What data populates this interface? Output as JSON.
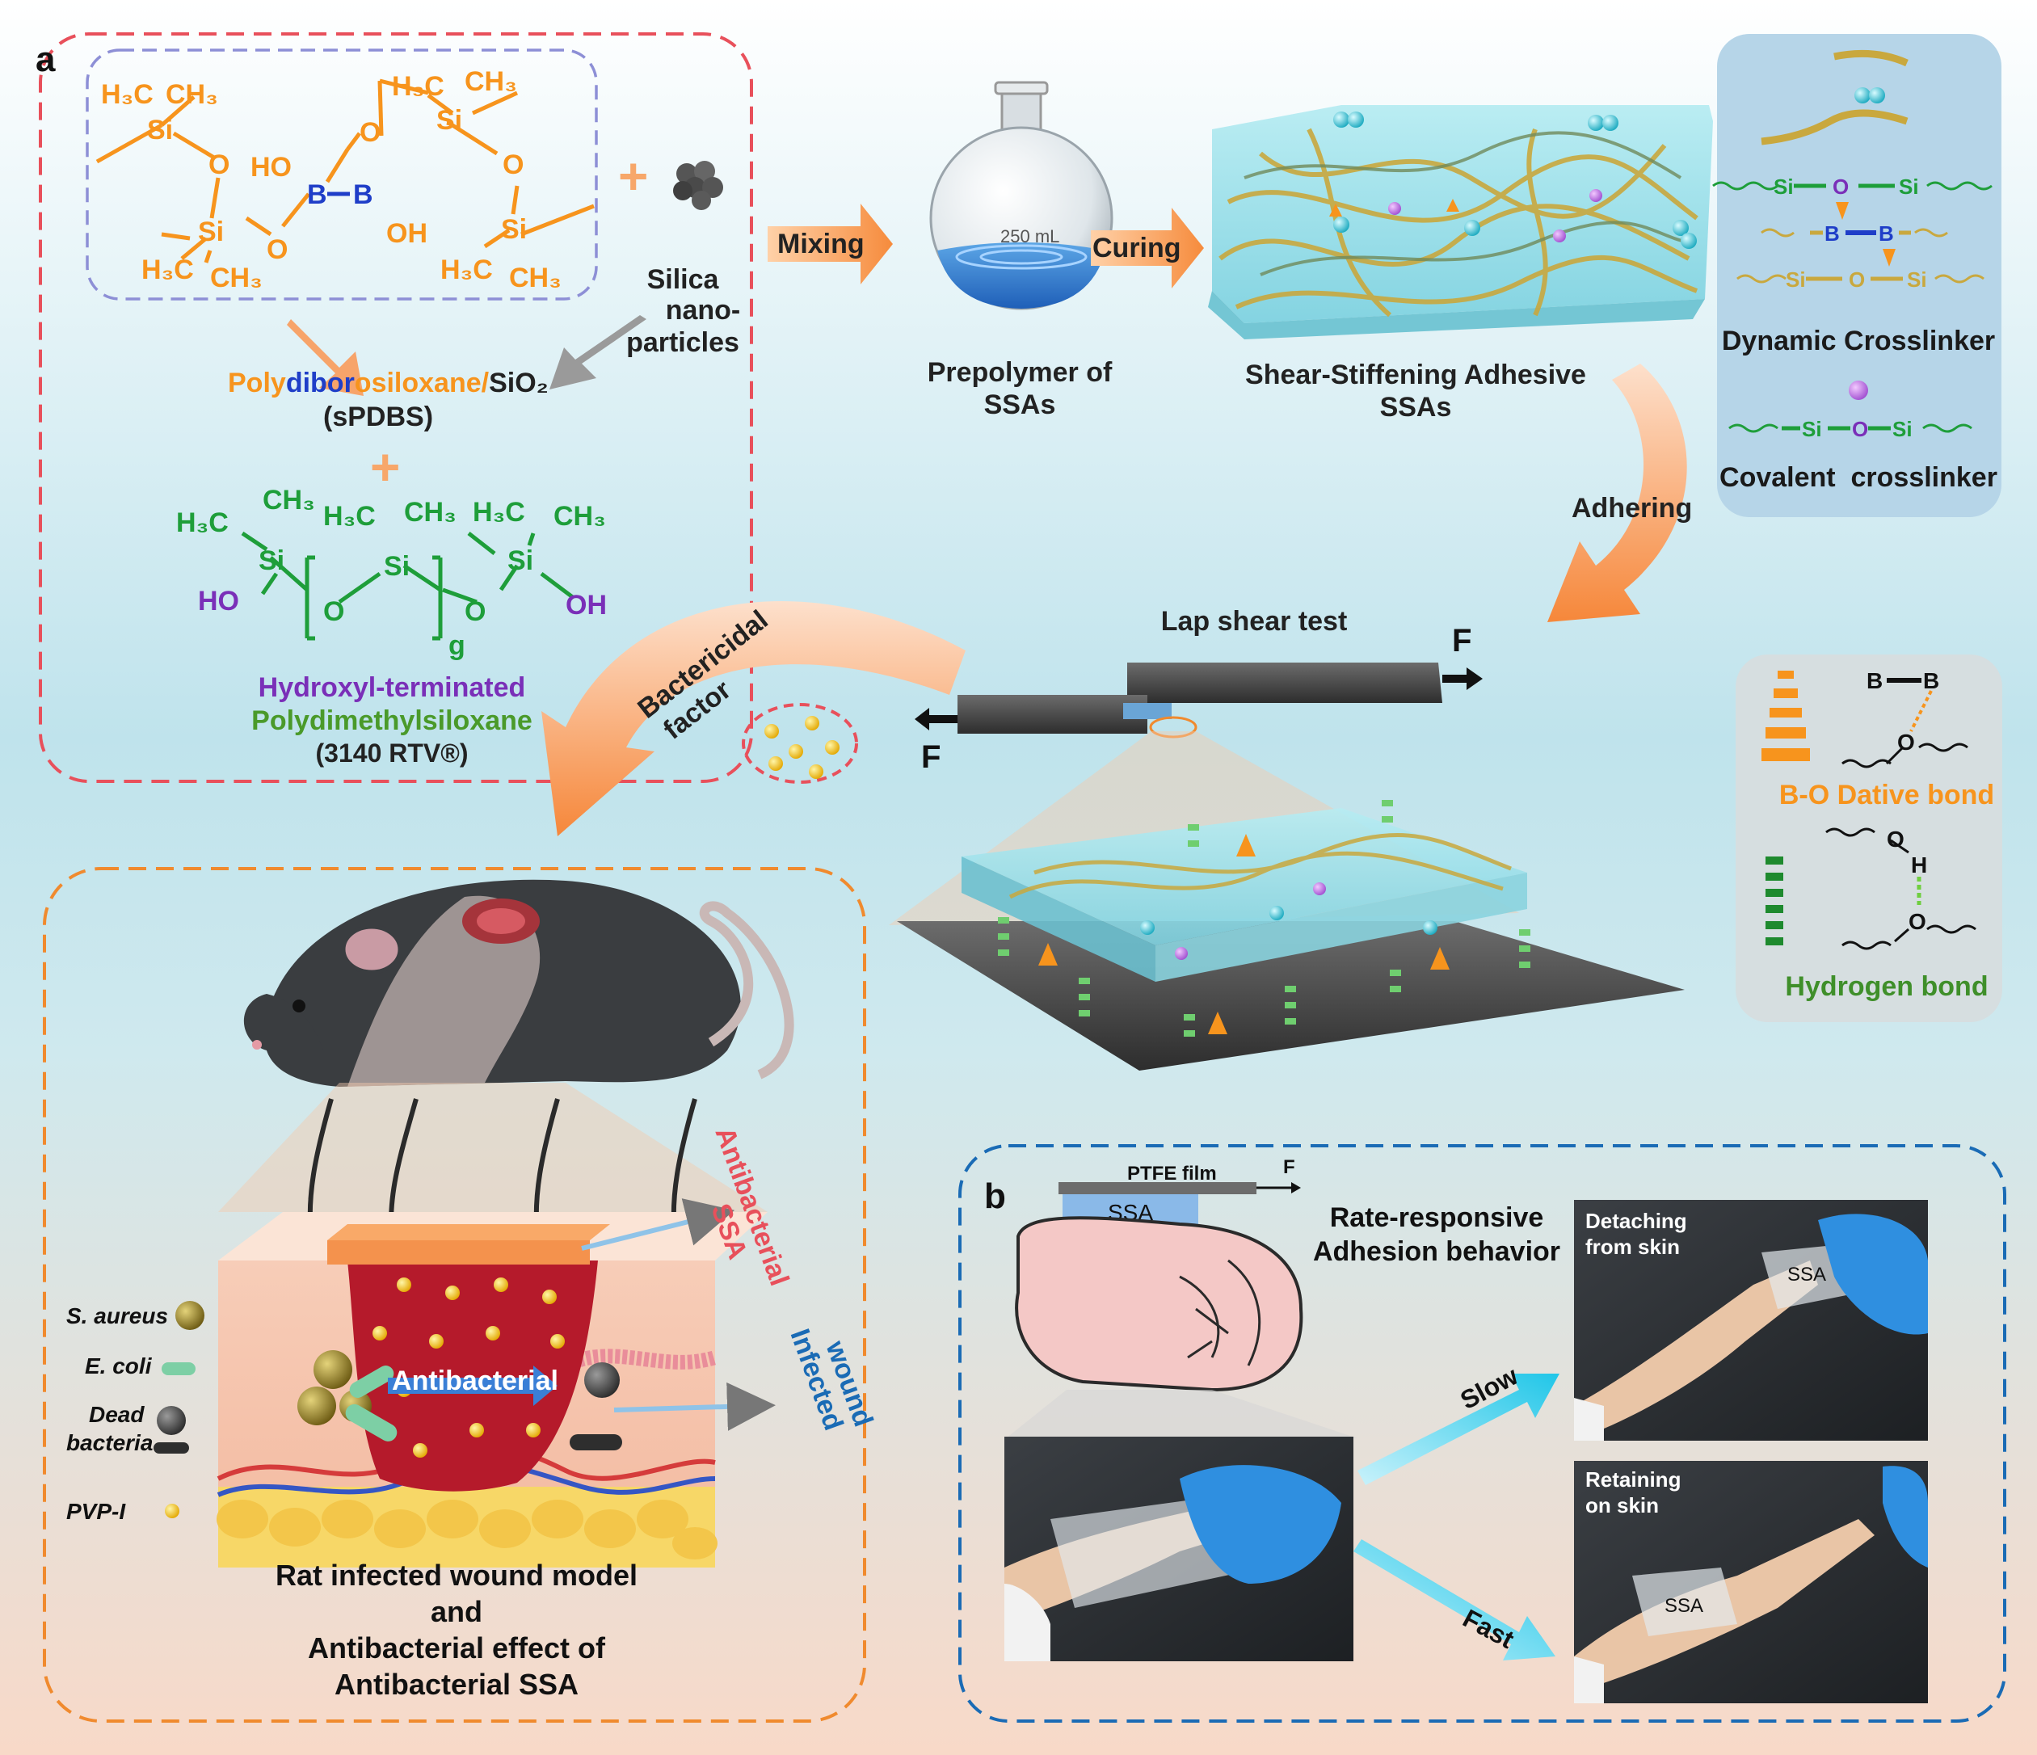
{
  "colors": {
    "orange": "#f7941d",
    "green": "#1e9e3a",
    "purple": "#7a2fb8",
    "blue_b": "#1f3ec8",
    "red_dash": "#e8505b",
    "blue_dash": "#1a6bb5",
    "orange_dash": "#f08a2e",
    "lavender_dash": "#8d8fd6"
  },
  "panel_a": {
    "label": "a",
    "chem1": {
      "atoms": {
        "me1": "H₃C",
        "me2": "CH₃",
        "si1": "Si",
        "o1": "O",
        "ho1": "HO",
        "b1": "B",
        "b2": "B",
        "oh1": "OH",
        "si2": "Si",
        "me3": "H₃C",
        "me4": "CH₃",
        "o2": "O",
        "me5": "H₃C",
        "me6": "CH₃",
        "si3": "Si",
        "o3": "O",
        "o4": "O",
        "si4": "Si",
        "me7": "H₃C",
        "me8": "CH₃"
      }
    },
    "plus1": "+",
    "silica_label": [
      "Silica",
      "nano-",
      "particles"
    ],
    "spdbs": {
      "poly": "Poly",
      "dibor": "dibor",
      "osiloxane": "osiloxane/",
      "sio2": "SiO₂",
      "abbr": "(sPDBS)"
    },
    "plus2": "+",
    "chem2": {
      "atoms": {
        "me1": "H₃C",
        "me2": "CH₃",
        "si1": "Si",
        "ho": "HO",
        "o1": "O",
        "me3": "H₃C",
        "me4": "CH₃",
        "si2": "Si",
        "o2": "O",
        "g": "g",
        "me5": "H₃C",
        "me6": "CH₃",
        "si3": "Si",
        "oh": "OH"
      },
      "name_line1": "Hydroxyl-terminated",
      "name_line2": "Polydimethylsiloxane",
      "name_line3": "(3140 RTV®)"
    },
    "flow": {
      "mixing": "Mixing",
      "flask_volume": "250 mL",
      "prepolymer": [
        "Prepolymer of",
        "SSAs"
      ],
      "curing": "Curing",
      "ssa_title": [
        "Shear-Stiffening Adhesive",
        "SSAs"
      ],
      "adhering": "Adhering",
      "bactericidal": [
        "Bactericidal",
        "factor"
      ]
    },
    "crosslink_panel": {
      "dyn_si": "Si",
      "dyn_o": "O",
      "dyn_si2": "Si",
      "dyn_b1": "B",
      "dyn_b2": "B",
      "dyn_si3": "Si",
      "dyn_o2": "O",
      "dyn_si4": "Si",
      "dynamic_label": "Dynamic Crosslinker",
      "cov_si": "Si",
      "cov_o": "O",
      "cov_si2": "Si",
      "covalent_label": "Covalent  crosslinker"
    },
    "lap_shear": {
      "title": "Lap shear test",
      "force_top": "F",
      "force_bottom": "F"
    },
    "bond_legend": {
      "b1": "B",
      "b2": "B",
      "o1": "O",
      "dative_label": "B-O Dative bond",
      "o2": "O",
      "h": "H",
      "o3": "O",
      "hbond_label": "Hydrogen bond"
    },
    "wound_model": {
      "legend": [
        "S. aureus",
        "E. coli",
        "Dead",
        "bacteria",
        "PVP-I"
      ],
      "antibacterial_ssa": [
        "Antibacterial",
        "SSA"
      ],
      "infected_wound": [
        "Infected",
        "wound"
      ],
      "antibacterial_arrow": "Antibacterial",
      "caption": [
        "Rat infected wound model",
        "and",
        "Antibacterial effect of",
        "Antibacterial SSA"
      ]
    }
  },
  "panel_b": {
    "label": "b",
    "ptfe": "PTFE film",
    "force": "F",
    "ssa_patch": "SSA",
    "rate_label": [
      "Rate-responsive",
      "Adhesion behavior"
    ],
    "slow": "Slow",
    "fast": "Fast",
    "photo_top": {
      "caption": [
        "Detaching",
        "from skin"
      ],
      "ssa": "SSA"
    },
    "photo_bottom": {
      "caption": [
        "Retaining",
        "on skin"
      ],
      "ssa": "SSA"
    }
  }
}
